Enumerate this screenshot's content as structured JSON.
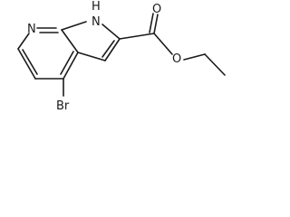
{
  "molecule": {
    "atom_labels": {
      "pyridine_n": "N",
      "pyrrole_nh": "H",
      "pyrrole_n": "N",
      "carbonyl_o": "O",
      "ester_o": "O",
      "bromo": "Br"
    }
  }
}
